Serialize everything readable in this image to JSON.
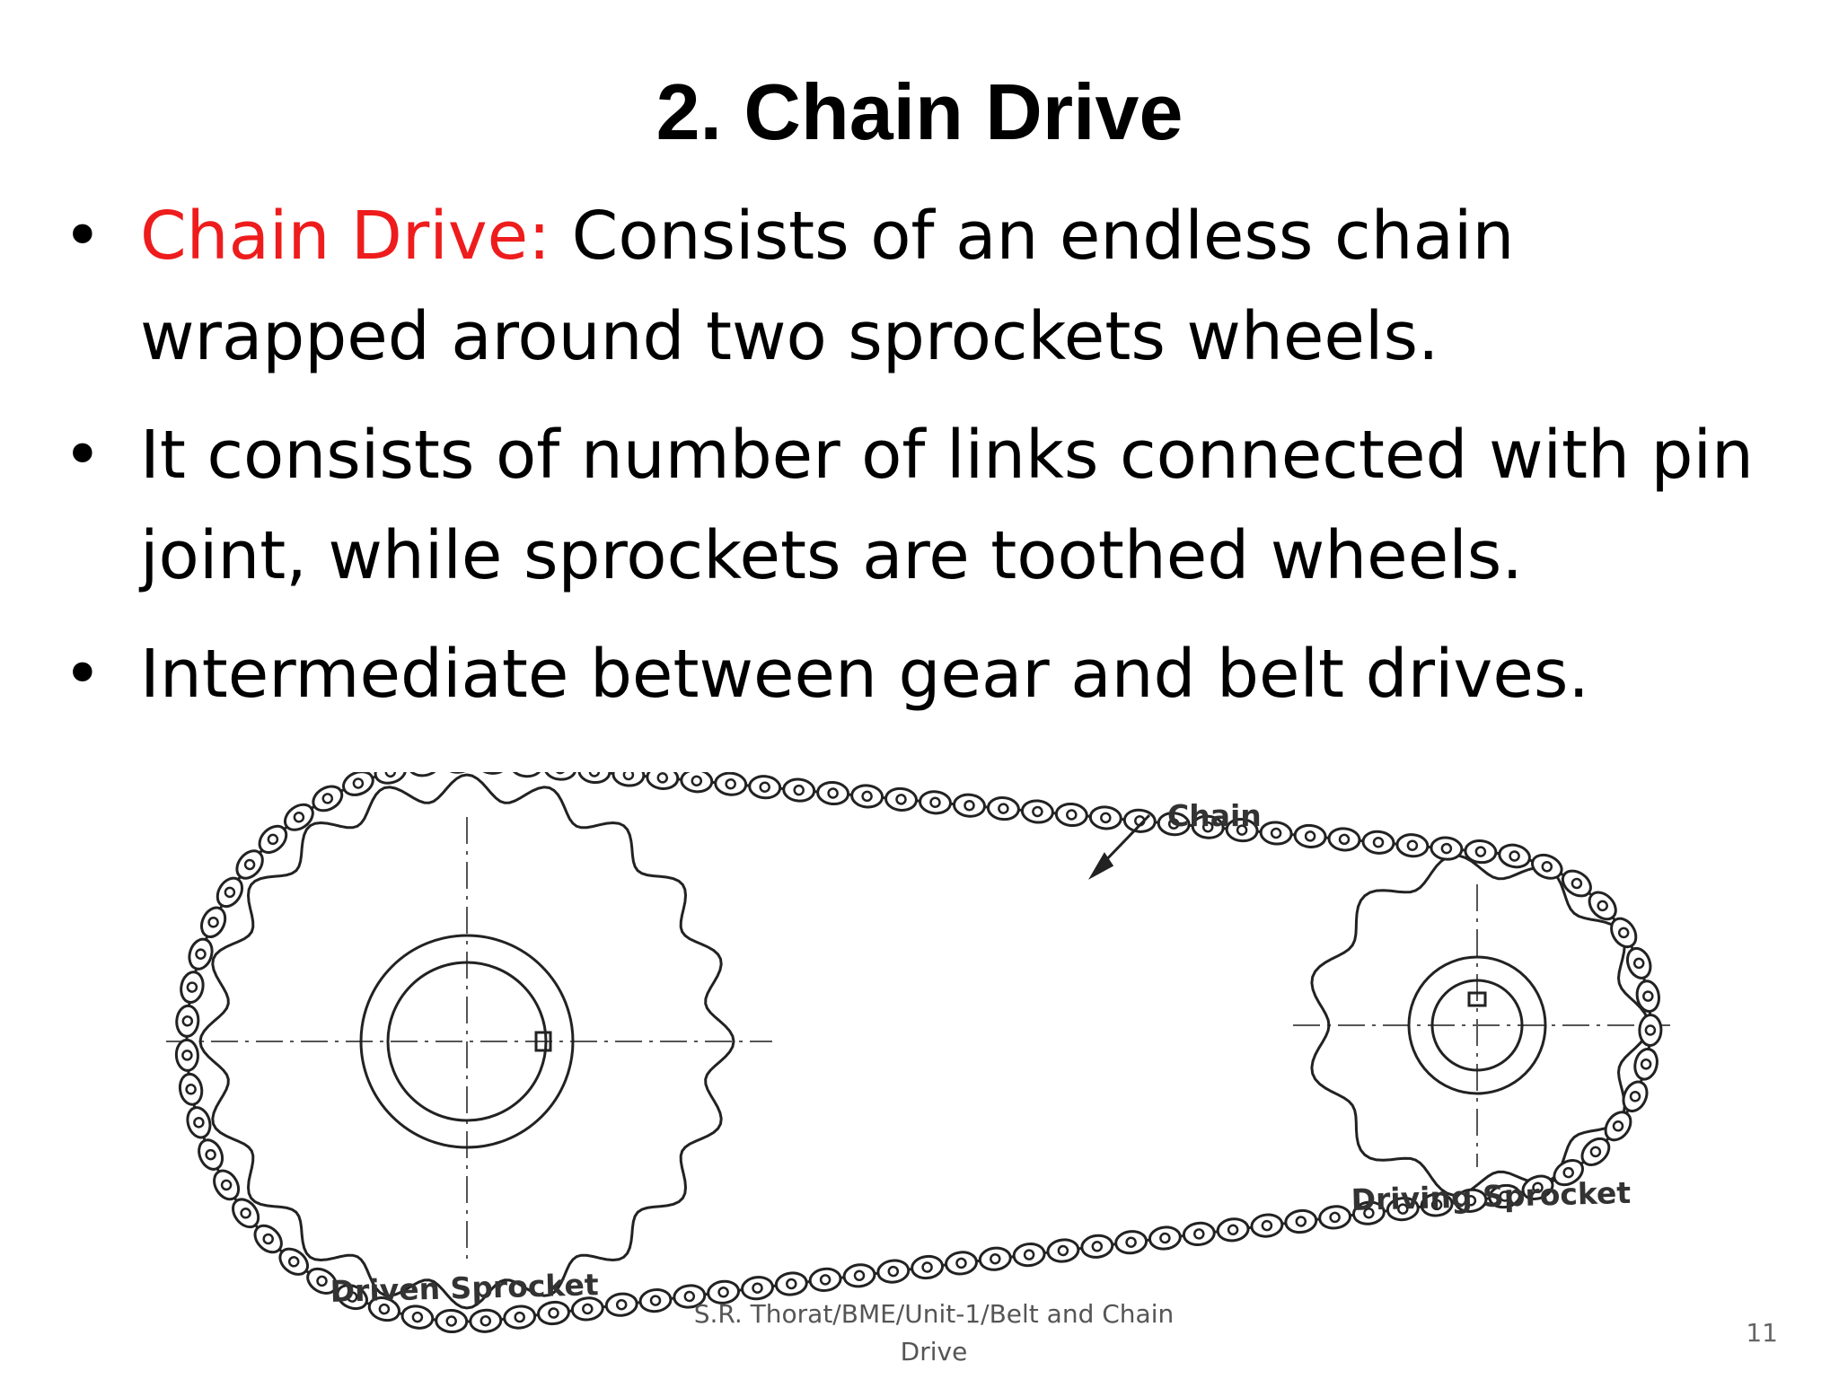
{
  "slide": {
    "title": "2. Chain Drive",
    "bullets": [
      {
        "lead": "Chain Drive:",
        "text": " Consists of an endless chain wrapped around two sprockets wheels."
      },
      {
        "lead": "",
        "text": "It consists of number of links connected with pin joint, while sprockets are toothed wheels."
      },
      {
        "lead": "",
        "text": "Intermediate between gear and belt drives."
      }
    ],
    "footer": "S.R. Thorat/BME/Unit-1/Belt and Chain Drive",
    "page_number": "11",
    "lead_color": "#ee1c1c"
  },
  "diagram": {
    "labels": {
      "chain": "Chain",
      "driven_sprocket": "Driven Sprocket",
      "driving_sprocket": "Driving Sprocket"
    }
  }
}
